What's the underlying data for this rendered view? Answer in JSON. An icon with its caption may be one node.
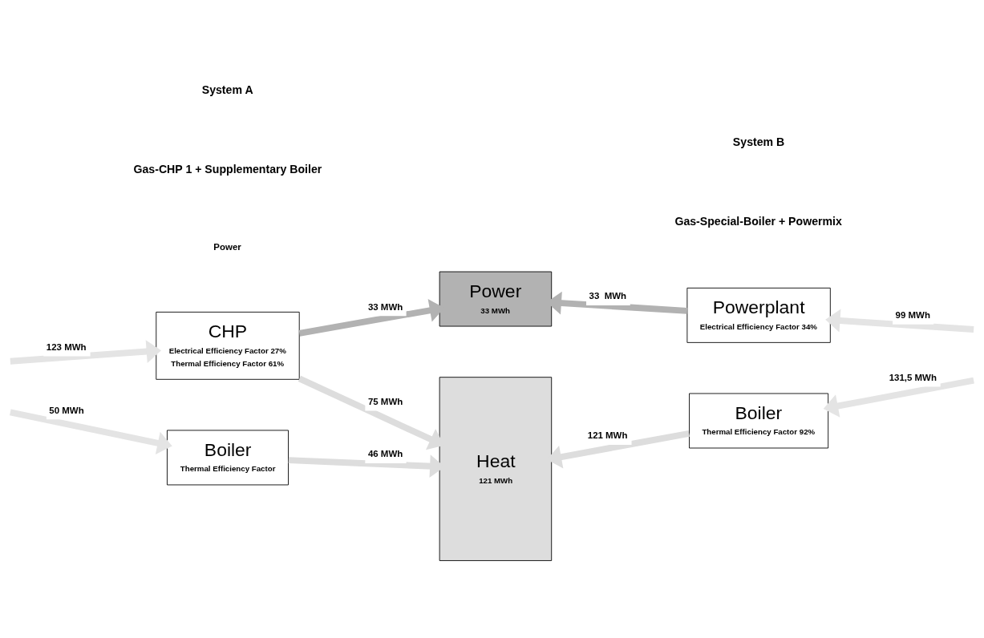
{
  "diagram": {
    "nodes": [
      {
        "text": [
          "CHP",
          "Electrical Efficiency Factor 27%",
          "Thermal Efficiency Factor 61%"
        ]
      },
      {
        "text": [
          "Boiler",
          "Thermal Efficiency Factor"
        ]
      },
      {
        "text": [
          "Power",
          "33 MWh"
        ]
      },
      {
        "text": [
          "Heat",
          "121 MWh"
        ]
      },
      {
        "text": [
          "Powerplant",
          "Electrical Efficiency Factor 34%"
        ]
      },
      {
        "text": [
          "Boiler",
          "Thermal Efficiency Factor 92%"
        ]
      }
    ],
    "edges": [
      {
        "from": null,
        "to": 0,
        "arrow": "to",
        "label": "123 MWh"
      },
      {
        "from": null,
        "to": 1,
        "arrow": "to",
        "label": "50 MWh"
      },
      {
        "from": 0,
        "to": 2,
        "arrow": "to",
        "label": "33 MWh",
        "color": "#b2b2b2"
      },
      {
        "from": 0,
        "to": 3,
        "arrow": "to",
        "label": "75 MWh",
        "color": "#dddddd"
      },
      {
        "from": 1,
        "to": 3,
        "arrow": "to",
        "label": "46 MWh",
        "color": "#dddddd"
      },
      {
        "from": 4,
        "to": 2,
        "arrow": "to",
        "label": "33  MWh",
        "color": "#b2b2b2"
      },
      {
        "from": 5,
        "to": 3,
        "arrow": "to",
        "label": "121 MWh",
        "color": "#dddddd"
      },
      {
        "from": null,
        "to": 4,
        "arrow": "to",
        "label": "99 MWh"
      },
      {
        "from": null,
        "to": 5,
        "arrow": "to",
        "label": "131,5 MWh"
      }
    ],
    "labels": [
      "System A",
      "Gas-CHP 1 + Supplementary Boiler",
      "System B",
      "Gas-Special-Boiler + Powermix",
      "Power"
    ]
  }
}
